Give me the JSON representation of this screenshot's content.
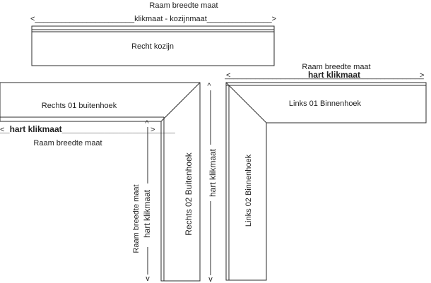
{
  "top_profile": {
    "dimension_label": "Raam breedte maat",
    "arrow_text": "<_______________________klikmaat - kozijnmaat_______________>",
    "caption": "Recht kozijn"
  },
  "right_corner": {
    "dimension_label": "Raam breedte maat",
    "arrow_left": "<",
    "arrow_line": "______________________________________________",
    "arrow_right": ">",
    "arrow_caption": "hart klikmaat",
    "horizontal_caption": "Links 01 Binnenhoek",
    "vertical_caption": "Links 02 Binnenhoek",
    "vertical_dimension": "hart klikmaat"
  },
  "left_corner": {
    "horizontal_caption": "Rechts 01 buitenhoek",
    "arrow_left": "<",
    "arrow_line": "________hart klikmaat________________________",
    "arrow_right": ">",
    "dimension_label": "Raam breedte maat",
    "vertical_caption": "Rechts 02 Buitenhoek",
    "vertical_dimension": "Raam breedte maat",
    "vertical_dimension_2": "hart klikmaat"
  },
  "arrow_glyphs": {
    "up": "^",
    "down": "v"
  }
}
